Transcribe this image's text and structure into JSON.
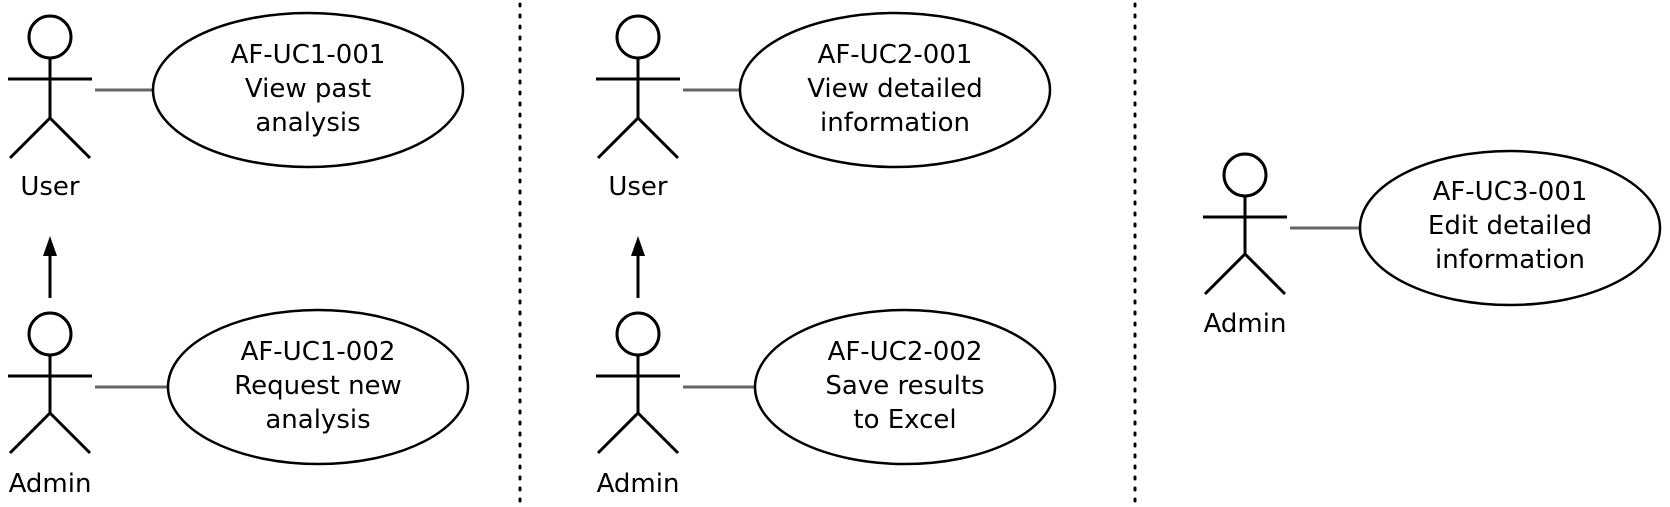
{
  "actors": [
    {
      "id": "p1-user",
      "name": "User"
    },
    {
      "id": "p1-admin",
      "name": "Admin"
    },
    {
      "id": "p2-user",
      "name": "User"
    },
    {
      "id": "p2-admin",
      "name": "Admin"
    },
    {
      "id": "p3-admin",
      "name": "Admin"
    }
  ],
  "use_cases": [
    {
      "id": "AF-UC1-001",
      "lines": [
        "AF-UC1-001",
        "View past",
        "analysis"
      ]
    },
    {
      "id": "AF-UC1-002",
      "lines": [
        "AF-UC1-002",
        "Request new",
        "analysis"
      ]
    },
    {
      "id": "AF-UC2-001",
      "lines": [
        "AF-UC2-001",
        "View detailed",
        "information"
      ]
    },
    {
      "id": "AF-UC2-002",
      "lines": [
        "AF-UC2-002",
        "Save results",
        "to Excel"
      ]
    },
    {
      "id": "AF-UC3-001",
      "lines": [
        "AF-UC3-001",
        "Edit detailed",
        "information"
      ]
    }
  ],
  "associations": [
    {
      "actor": "p1-user",
      "use_case": "AF-UC1-001"
    },
    {
      "actor": "p1-admin",
      "use_case": "AF-UC1-002"
    },
    {
      "actor": "p2-user",
      "use_case": "AF-UC2-001"
    },
    {
      "actor": "p2-admin",
      "use_case": "AF-UC2-002"
    },
    {
      "actor": "p3-admin",
      "use_case": "AF-UC3-001"
    }
  ],
  "generalizations": [
    {
      "from": "p1-admin",
      "to": "p1-user"
    },
    {
      "from": "p2-admin",
      "to": "p2-user"
    }
  ],
  "colors": {
    "stroke": "#000000",
    "association": "#666666",
    "background": "#ffffff"
  }
}
